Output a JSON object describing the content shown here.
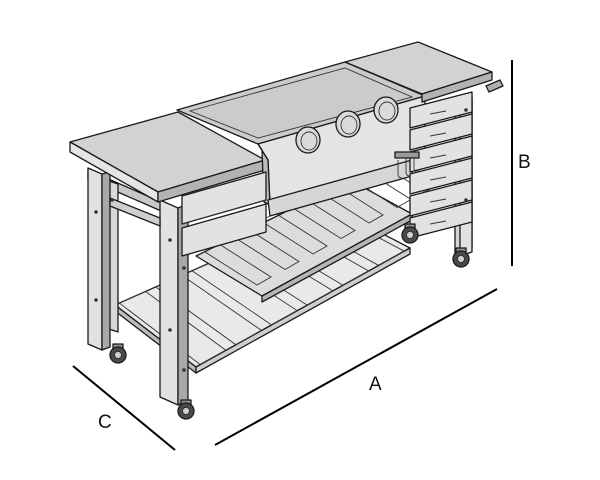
{
  "dimensions": {
    "length_label": "A",
    "height_label": "B",
    "depth_label": "C"
  },
  "colors": {
    "top_surface": "#cfcfcf",
    "body": "#e6e6e6",
    "shade": "#b9b9b9",
    "dark": "#7d7d7d",
    "outline": "#1a1a1a"
  },
  "parts": [
    "left-side-table",
    "griddle-plate",
    "control-panel",
    "burner-knobs",
    "right-side-table",
    "drawers",
    "slatted-shelf",
    "lower-slatted-shelf",
    "legs",
    "castor-wheels",
    "handle"
  ]
}
